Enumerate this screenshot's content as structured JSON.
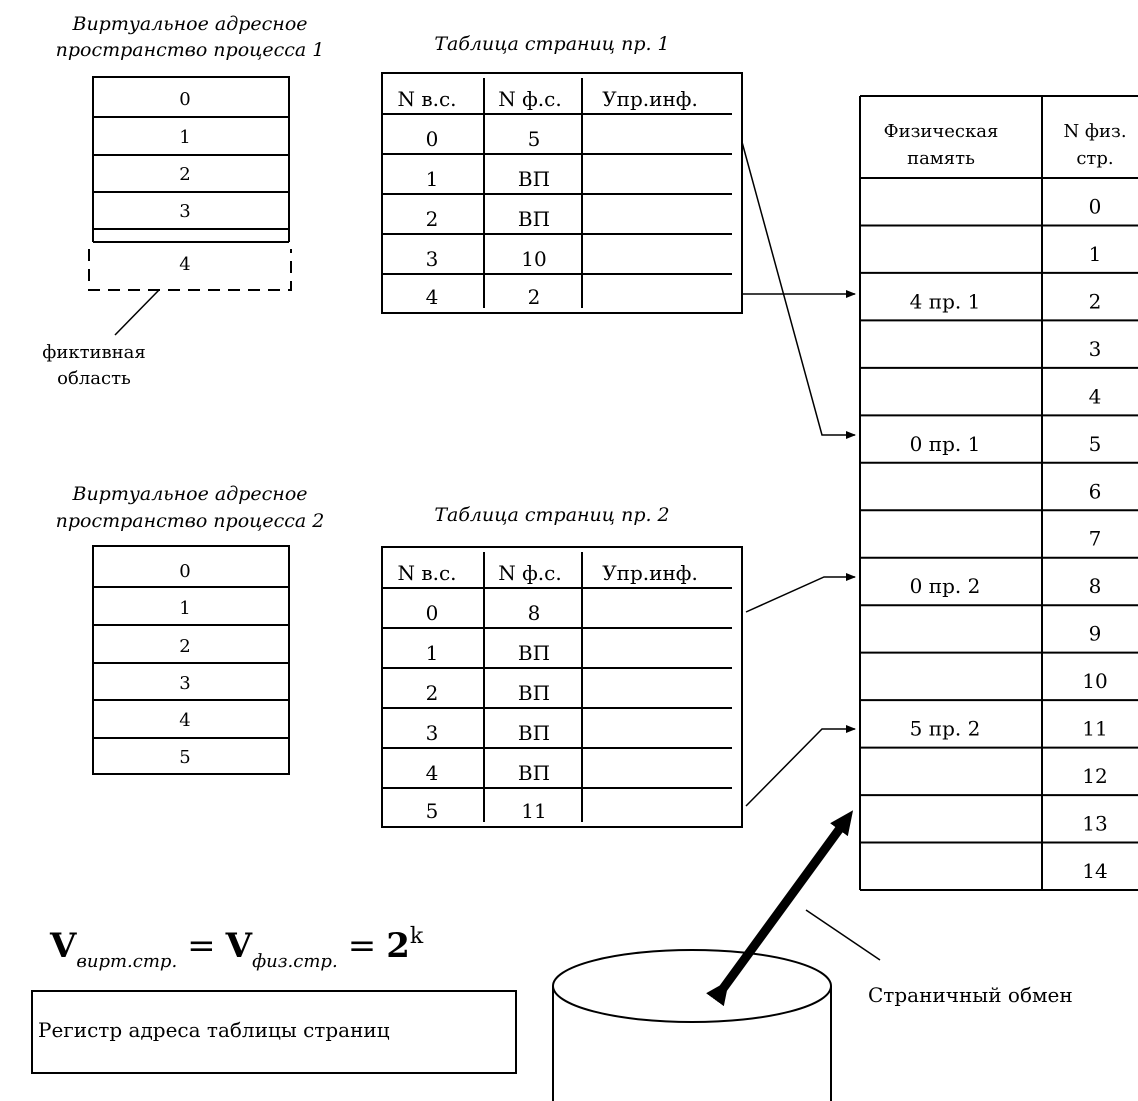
{
  "process1": {
    "vas_title": [
      "Виртуальное адресное",
      "пространство процесса 1"
    ],
    "pages": [
      "0",
      "1",
      "2",
      "3",
      "4"
    ],
    "fictitious_label": [
      "фиктивная",
      "область"
    ]
  },
  "process2": {
    "vas_title": [
      "Виртуальное адресное",
      "пространство процесса 2"
    ],
    "pages": [
      "0",
      "1",
      "2",
      "3",
      "4",
      "5"
    ]
  },
  "page_table_1": {
    "title": "Таблица страниц пр. 1",
    "headers": [
      "N в.с.",
      "N ф.с.",
      "Упр.инф."
    ],
    "rows": [
      [
        "0",
        "5",
        ""
      ],
      [
        "1",
        "ВП",
        ""
      ],
      [
        "2",
        "ВП",
        ""
      ],
      [
        "3",
        "10",
        ""
      ],
      [
        "4",
        "2",
        ""
      ]
    ]
  },
  "page_table_2": {
    "title": "Таблица страниц пр. 2",
    "headers": [
      "N в.с.",
      "N ф.с.",
      "Упр.инф."
    ],
    "rows": [
      [
        "0",
        "8",
        ""
      ],
      [
        "1",
        "ВП",
        ""
      ],
      [
        "2",
        "ВП",
        ""
      ],
      [
        "3",
        "ВП",
        ""
      ],
      [
        "4",
        "ВП",
        ""
      ],
      [
        "5",
        "11",
        ""
      ]
    ]
  },
  "physical_memory": {
    "headers": [
      [
        "Физическая",
        "память"
      ],
      [
        "N физ.",
        "стр."
      ]
    ],
    "frames": [
      "0",
      "1",
      "2",
      "3",
      "4",
      "5",
      "6",
      "7",
      "8",
      "9",
      "10",
      "11",
      "12",
      "13",
      "14"
    ],
    "contents": {
      "2": "4 пр. 1",
      "5": "0 пр. 1",
      "8": "0 пр. 2",
      "11": "5 пр. 2"
    }
  },
  "formula": {
    "v1": "V",
    "sub1": "вирт.стр.",
    "eq": "=",
    "v2": "V",
    "sub2": "физ.стр.",
    "rhs": "2",
    "exp": "k"
  },
  "register_label": "Регистр адреса таблицы страниц",
  "paging_label": "Страничный обмен"
}
